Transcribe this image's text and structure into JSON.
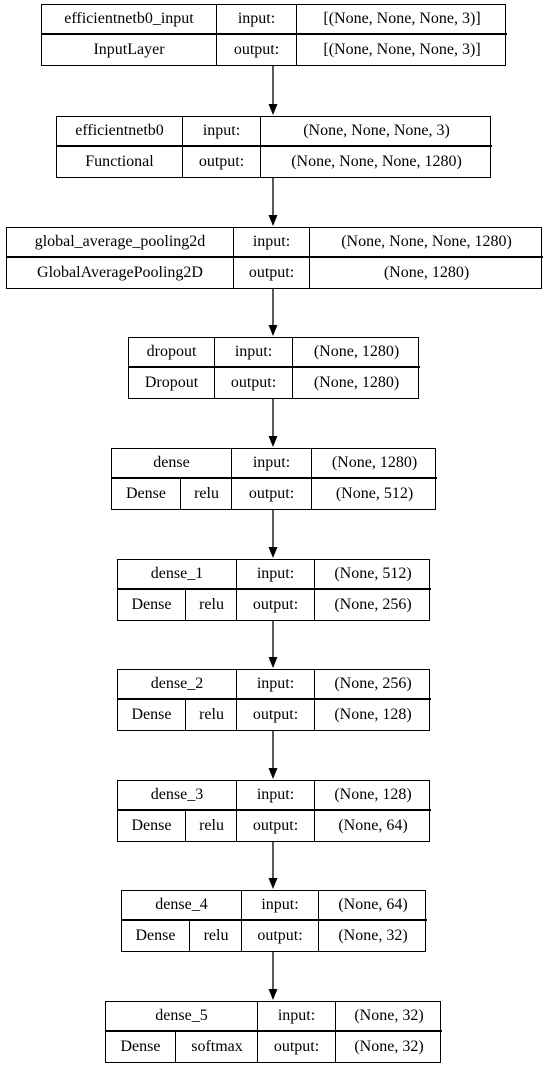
{
  "layers": [
    {
      "name": "efficientnetb0_input",
      "type": "InputLayer",
      "activation": "",
      "input_label": "input:",
      "output_label": "output:",
      "input_shape": "[(None, None, None, 3)]",
      "output_shape": "[(None, None, None, 3)]"
    },
    {
      "name": "efficientnetb0",
      "type": "Functional",
      "activation": "",
      "input_label": "input:",
      "output_label": "output:",
      "input_shape": "(None, None, None, 3)",
      "output_shape": "(None, None, None, 1280)"
    },
    {
      "name": "global_average_pooling2d",
      "type": "GlobalAveragePooling2D",
      "activation": "",
      "input_label": "input:",
      "output_label": "output:",
      "input_shape": "(None, None, None, 1280)",
      "output_shape": "(None, 1280)"
    },
    {
      "name": "dropout",
      "type": "Dropout",
      "activation": "",
      "input_label": "input:",
      "output_label": "output:",
      "input_shape": "(None, 1280)",
      "output_shape": "(None, 1280)"
    },
    {
      "name": "dense",
      "type": "Dense",
      "activation": "relu",
      "input_label": "input:",
      "output_label": "output:",
      "input_shape": "(None, 1280)",
      "output_shape": "(None, 512)"
    },
    {
      "name": "dense_1",
      "type": "Dense",
      "activation": "relu",
      "input_label": "input:",
      "output_label": "output:",
      "input_shape": "(None, 512)",
      "output_shape": "(None, 256)"
    },
    {
      "name": "dense_2",
      "type": "Dense",
      "activation": "relu",
      "input_label": "input:",
      "output_label": "output:",
      "input_shape": "(None, 256)",
      "output_shape": "(None, 128)"
    },
    {
      "name": "dense_3",
      "type": "Dense",
      "activation": "relu",
      "input_label": "input:",
      "output_label": "output:",
      "input_shape": "(None, 128)",
      "output_shape": "(None, 64)"
    },
    {
      "name": "dense_4",
      "type": "Dense",
      "activation": "relu",
      "input_label": "input:",
      "output_label": "output:",
      "input_shape": "(None, 64)",
      "output_shape": "(None, 32)"
    },
    {
      "name": "dense_5",
      "type": "Dense",
      "activation": "softmax",
      "input_label": "input:",
      "output_label": "output:",
      "input_shape": "(None, 32)",
      "output_shape": "(None, 32)"
    }
  ],
  "colors": {
    "border": "#000000",
    "background": "#ffffff",
    "text": "#000000"
  }
}
